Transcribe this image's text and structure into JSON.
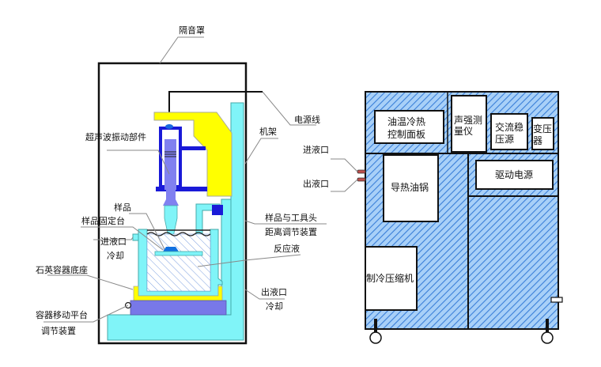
{
  "left_diagram": {
    "labels": {
      "enclosure": "隔音罩",
      "power_cable": "电源线",
      "frame": "机架",
      "ultrasonic_vibration_unit": "超声波振动部件",
      "sample": "样品",
      "sample_holder": "样品固定台",
      "inlet_cooling_1": "进液口",
      "inlet_cooling_2": "冷却",
      "quartz_base": "石英容器底座",
      "platform_1": "容器移动平台",
      "platform_2": "调节装置",
      "distance_adjust_1": "样品与工具头",
      "distance_adjust_2": "距离调节装置",
      "reaction_liquid": "反应液",
      "outlet_cooling_1": "出液口",
      "outlet_cooling_2": "冷却"
    }
  },
  "right_diagram": {
    "labels": {
      "inlet": "进液口",
      "outlet": "出液口",
      "oil_temp_panel_1": "油温冷热",
      "oil_temp_panel_2": "控制面板",
      "sound_meter_1": "声强测",
      "sound_meter_2": "量仪",
      "ac_stabilizer_1": "交流稳",
      "ac_stabilizer_2": "压源",
      "transformer_1": "变压",
      "transformer_2": "器",
      "drive_power": "驱动电源",
      "oil_pot": "导热油锅",
      "compressor": "制冷压缩机"
    }
  },
  "colors": {
    "cabinet_fill": "#9cc8f4",
    "cabinet_hatch": "#3a7fd8",
    "frame_cyan": "#80f4f8",
    "arm_yellow": "#ffff00",
    "transducer_blue": "#1a1ad8",
    "horn_violet": "#8080f0",
    "platform_violet": "#7878e8",
    "stage_blue": "#1070e0",
    "outline": "#111111"
  }
}
